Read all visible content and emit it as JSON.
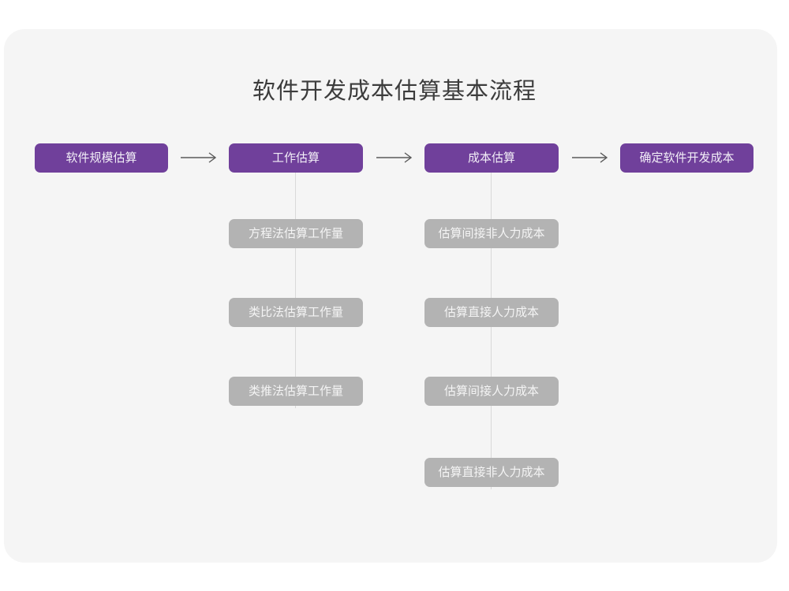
{
  "page": {
    "title": "软件开发成本估算基本流程",
    "background_color": "#ffffff",
    "card_color": "#f5f5f5",
    "accent_color": "#70409b",
    "secondary_color": "#b3b3b3"
  },
  "flow": {
    "main_steps": [
      {
        "label": "软件规模估算"
      },
      {
        "label": "工作估算"
      },
      {
        "label": "成本估算"
      },
      {
        "label": "确定软件开发成本"
      }
    ],
    "connectors": [
      {
        "name": "arrow-1",
        "glyph": "→"
      },
      {
        "name": "arrow-2",
        "glyph": "→"
      },
      {
        "name": "arrow-3",
        "glyph": "→"
      }
    ],
    "branches": [
      {
        "parent": "工作估算",
        "items": [
          {
            "label": "方程法估算工作量"
          },
          {
            "label": "类比法估算工作量"
          },
          {
            "label": "类推法估算工作量"
          }
        ]
      },
      {
        "parent": "成本估算",
        "items": [
          {
            "label": "估算间接非人力成本"
          },
          {
            "label": "估算直接人力成本"
          },
          {
            "label": "估算间接人力成本"
          },
          {
            "label": "估算直接非人力成本"
          }
        ]
      }
    ]
  }
}
